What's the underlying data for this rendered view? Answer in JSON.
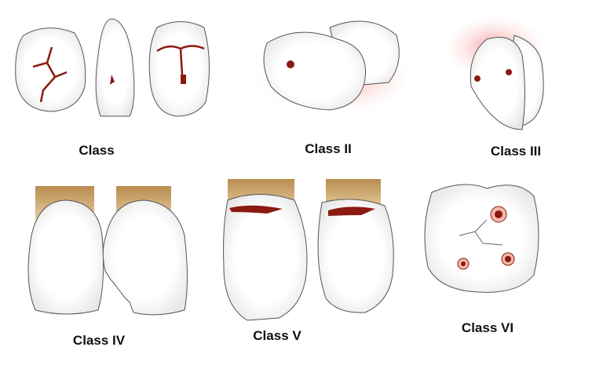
{
  "labels": {
    "class_i": "Class",
    "class_ii": "Class II",
    "class_iii": "Class III",
    "class_iv": "Class IV",
    "class_v": "Class V",
    "class_vi": "Class VI"
  },
  "colors": {
    "enamel": "#ffffff",
    "outline": "#555555",
    "caries": "#8b1a10",
    "gum": "#f4a6a6",
    "root": "#c9a46a"
  }
}
